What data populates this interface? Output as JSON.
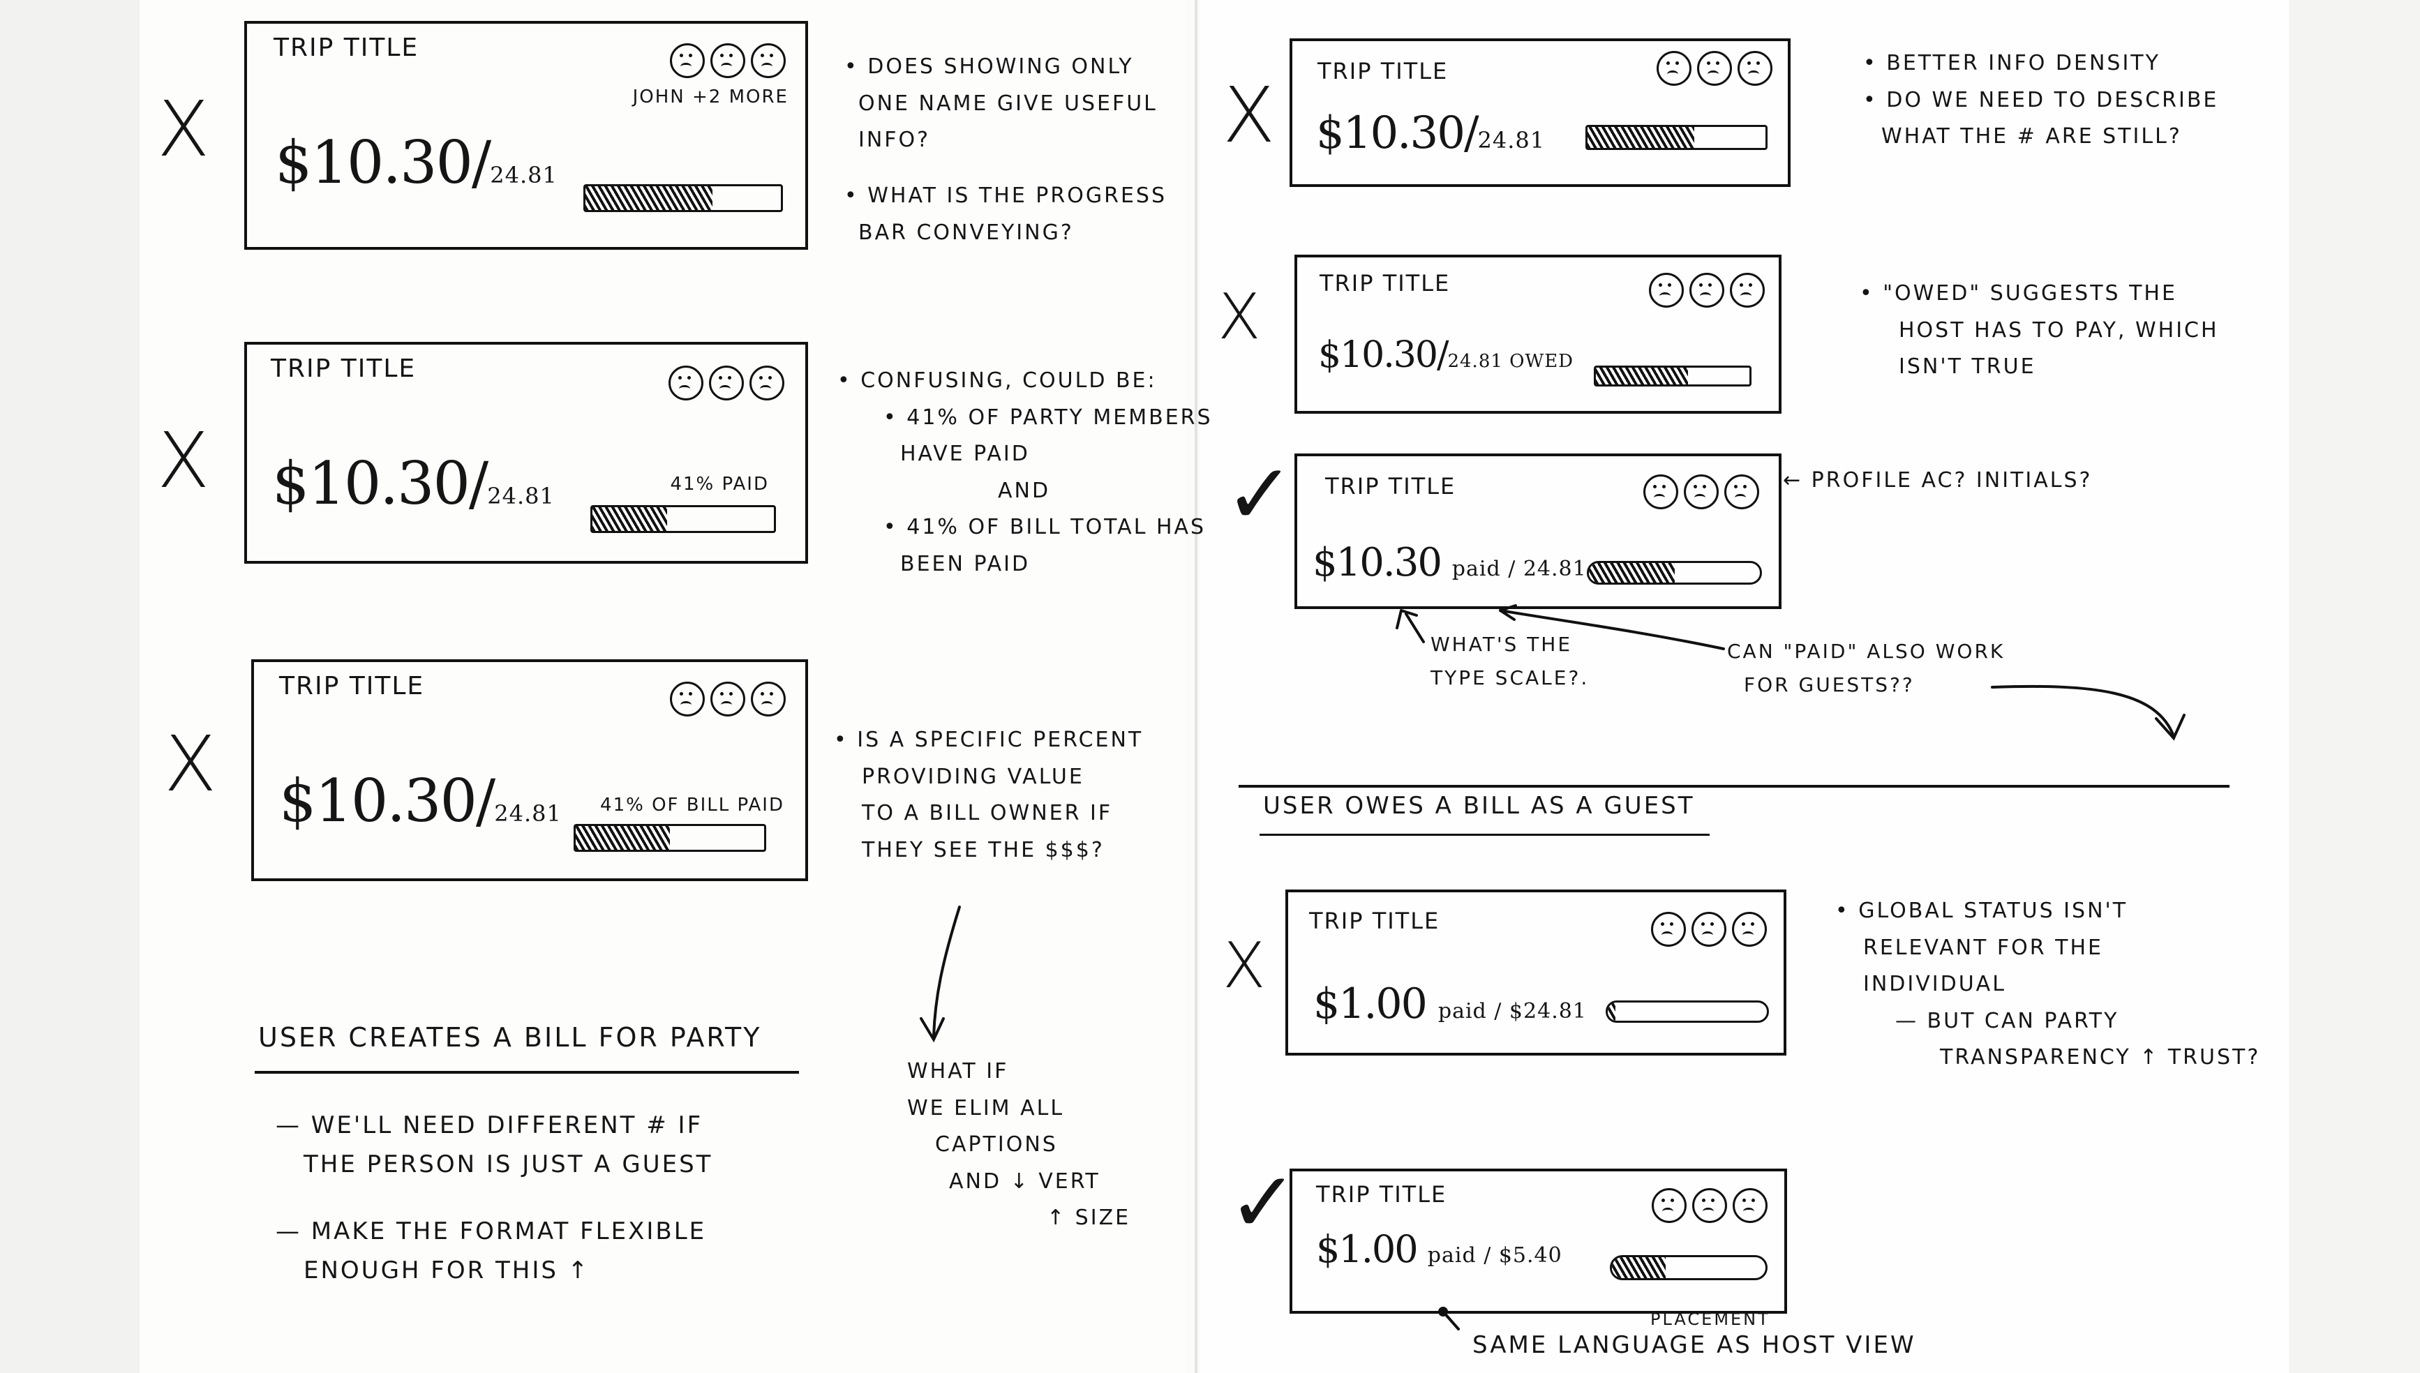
{
  "marks": {
    "cross": "X",
    "check": "✓"
  },
  "cards": [
    {
      "title": "TRIP TITLE",
      "amount": "$10.30/",
      "total": "24.81",
      "caption": "JOHN +2 MORE",
      "progress": 0.65
    },
    {
      "title": "TRIP TITLE",
      "amount": "$10.30/",
      "total": "24.81",
      "caption": "41% PAID",
      "progress": 0.41
    },
    {
      "title": "TRIP TITLE",
      "amount": "$10.30/",
      "total": "24.81",
      "caption": "41% OF BILL PAID",
      "progress": 0.5
    },
    {
      "title": "TRIP TITLE",
      "amount": "$10.30/",
      "total": "24.81",
      "caption": "",
      "progress": 0.6
    },
    {
      "title": "TRIP TITLE",
      "amount": "$10.30/",
      "total": "24.81 OWED",
      "caption": "",
      "progress": 0.6
    },
    {
      "title": "TRIP TITLE",
      "amount": "$10.30",
      "total": "paid / 24.81",
      "caption": "",
      "progress": 0.5
    },
    {
      "title": "TRIP TITLE",
      "amount": "$1.00",
      "total": "paid / $24.81",
      "caption": "",
      "progress": 0.05
    },
    {
      "title": "TRIP TITLE",
      "amount": "$1.00",
      "total": "paid / $5.40",
      "caption": "",
      "progress": 0.35
    }
  ],
  "notes": {
    "n1": [
      "• DOES SHOWING ONLY",
      "ONE NAME GIVE USEFUL",
      "INFO?"
    ],
    "n1b": [
      "• WHAT IS THE PROGRESS",
      "BAR CONVEYING?"
    ],
    "n2": [
      "• CONFUSING, COULD BE:",
      "• 41% OF PARTY MEMBERS",
      "HAVE PAID",
      "AND",
      "• 41% OF BILL TOTAL HAS",
      "BEEN PAID"
    ],
    "n3": [
      "• IS A SPECIFIC PERCENT",
      "PROVIDING VALUE",
      "TO A BILL OWNER IF",
      "THEY SEE THE $$$?"
    ],
    "n3b": [
      "WHAT IF",
      "WE ELIM ALL",
      "CAPTIONS",
      "AND ↓ VERT",
      "↑ SIZE"
    ],
    "n4": [
      "• BETTER INFO DENSITY",
      "• DO WE NEED TO DESCRIBE",
      "WHAT THE # ARE STILL?"
    ],
    "n5": [
      "• \"OWED\" SUGGESTS THE",
      "HOST HAS TO PAY, WHICH",
      "ISN'T TRUE"
    ],
    "n6": "← PROFILE AC? INITIALS?",
    "n6b": [
      "WHAT'S THE",
      "TYPE SCALE?."
    ],
    "n6c": [
      "CAN \"PAID\" ALSO WORK",
      "FOR GUESTS??"
    ],
    "n7": [
      "• GLOBAL STATUS ISN'T",
      "RELEVANT FOR THE",
      "INDIVIDUAL",
      "— BUT CAN PARTY",
      "TRANSPARENCY ↑ TRUST?"
    ],
    "n8": "SAME LANGUAGE AS HOST VIEW",
    "n8b": "PLACEMENT",
    "party_heading": "USER CREATES A BILL FOR PARTY",
    "party_notes": [
      "— WE'LL NEED DIFFERENT # IF",
      "THE PERSON IS JUST A GUEST",
      "",
      "— MAKE THE FORMAT FLEXIBLE",
      "ENOUGH FOR THIS ↑"
    ],
    "guest_heading": "USER OWES A BILL AS A GUEST"
  }
}
